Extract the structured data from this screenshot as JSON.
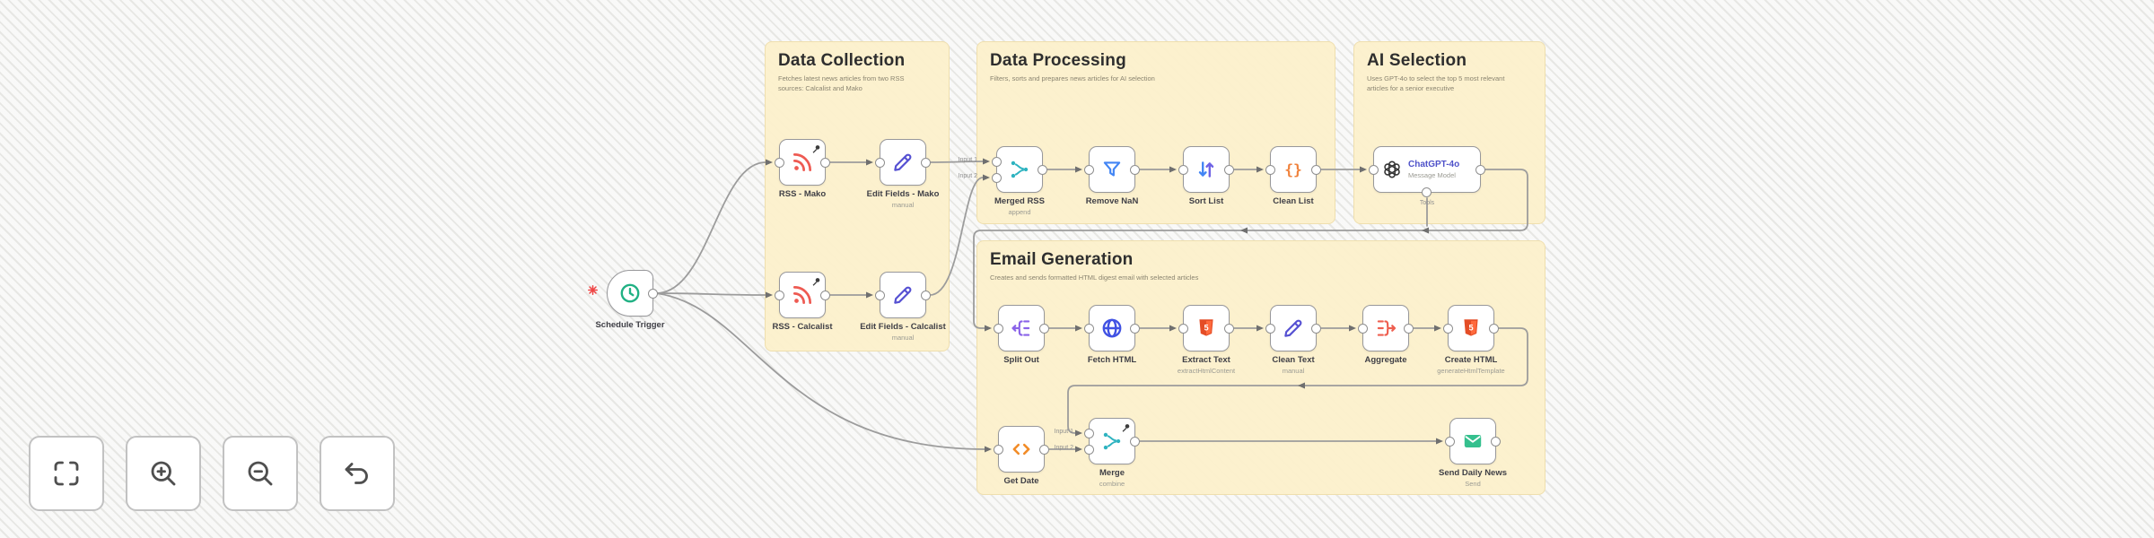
{
  "stickies": [
    {
      "title": "Data Collection",
      "description": "Fetches latest news articles from two RSS sources: Calcalist and Mako"
    },
    {
      "title": "Data Processing",
      "description": "Filters, sorts and prepares news articles for AI selection"
    },
    {
      "title": "AI Selection",
      "description": "Uses GPT-4o to select the top 5 most relevant articles for a senior executive"
    },
    {
      "title": "Email Generation",
      "description": "Creates and sends formatted HTML digest email with selected articles"
    }
  ],
  "nodes": [
    {
      "label": "Schedule Trigger",
      "subtitle": ""
    },
    {
      "label": "RSS - Mako",
      "subtitle": ""
    },
    {
      "label": "Edit Fields - Mako",
      "subtitle": "manual"
    },
    {
      "label": "RSS - Calcalist",
      "subtitle": ""
    },
    {
      "label": "Edit Fields - Calcalist",
      "subtitle": "manual"
    },
    {
      "label": "Merged RSS",
      "subtitle": "append"
    },
    {
      "label": "Remove NaN",
      "subtitle": ""
    },
    {
      "label": "Sort List",
      "subtitle": ""
    },
    {
      "label": "Clean List",
      "subtitle": ""
    },
    {
      "label": "ChatGPT-4o",
      "subtitle": "Message Model"
    },
    {
      "label": "Split Out",
      "subtitle": ""
    },
    {
      "label": "Fetch HTML",
      "subtitle": ""
    },
    {
      "label": "Extract Text",
      "subtitle": "extractHtmlContent"
    },
    {
      "label": "Clean Text",
      "subtitle": "manual"
    },
    {
      "label": "Aggregate",
      "subtitle": ""
    },
    {
      "label": "Create HTML",
      "subtitle": "generateHtmlTemplate"
    },
    {
      "label": "Get Date",
      "subtitle": ""
    },
    {
      "label": "Merge",
      "subtitle": "combine"
    },
    {
      "label": "Send Daily News",
      "subtitle": "Send"
    }
  ],
  "wire_labels": {
    "input1": "Input 1",
    "input2": "Input 2",
    "tools": "Tools"
  },
  "controls": {
    "items": [
      "fit-view",
      "zoom-in",
      "zoom-out",
      "reset-zoom"
    ]
  },
  "colors": {
    "sticky": "#fcf0cb",
    "wire": "#9c9c9c",
    "node_border": "#98989b",
    "rss": "#ee5a52",
    "edit": "#5550d2",
    "merge": "#2eb3c0",
    "filter": "#4285f4",
    "code": "#f0823c",
    "split": "#8a63e8",
    "globe": "#4152e3",
    "html5": "#e44d26",
    "aggregate": "#ee5f50",
    "email": "#35c08e",
    "clock": "#21b184",
    "issue": "#ef4444"
  }
}
